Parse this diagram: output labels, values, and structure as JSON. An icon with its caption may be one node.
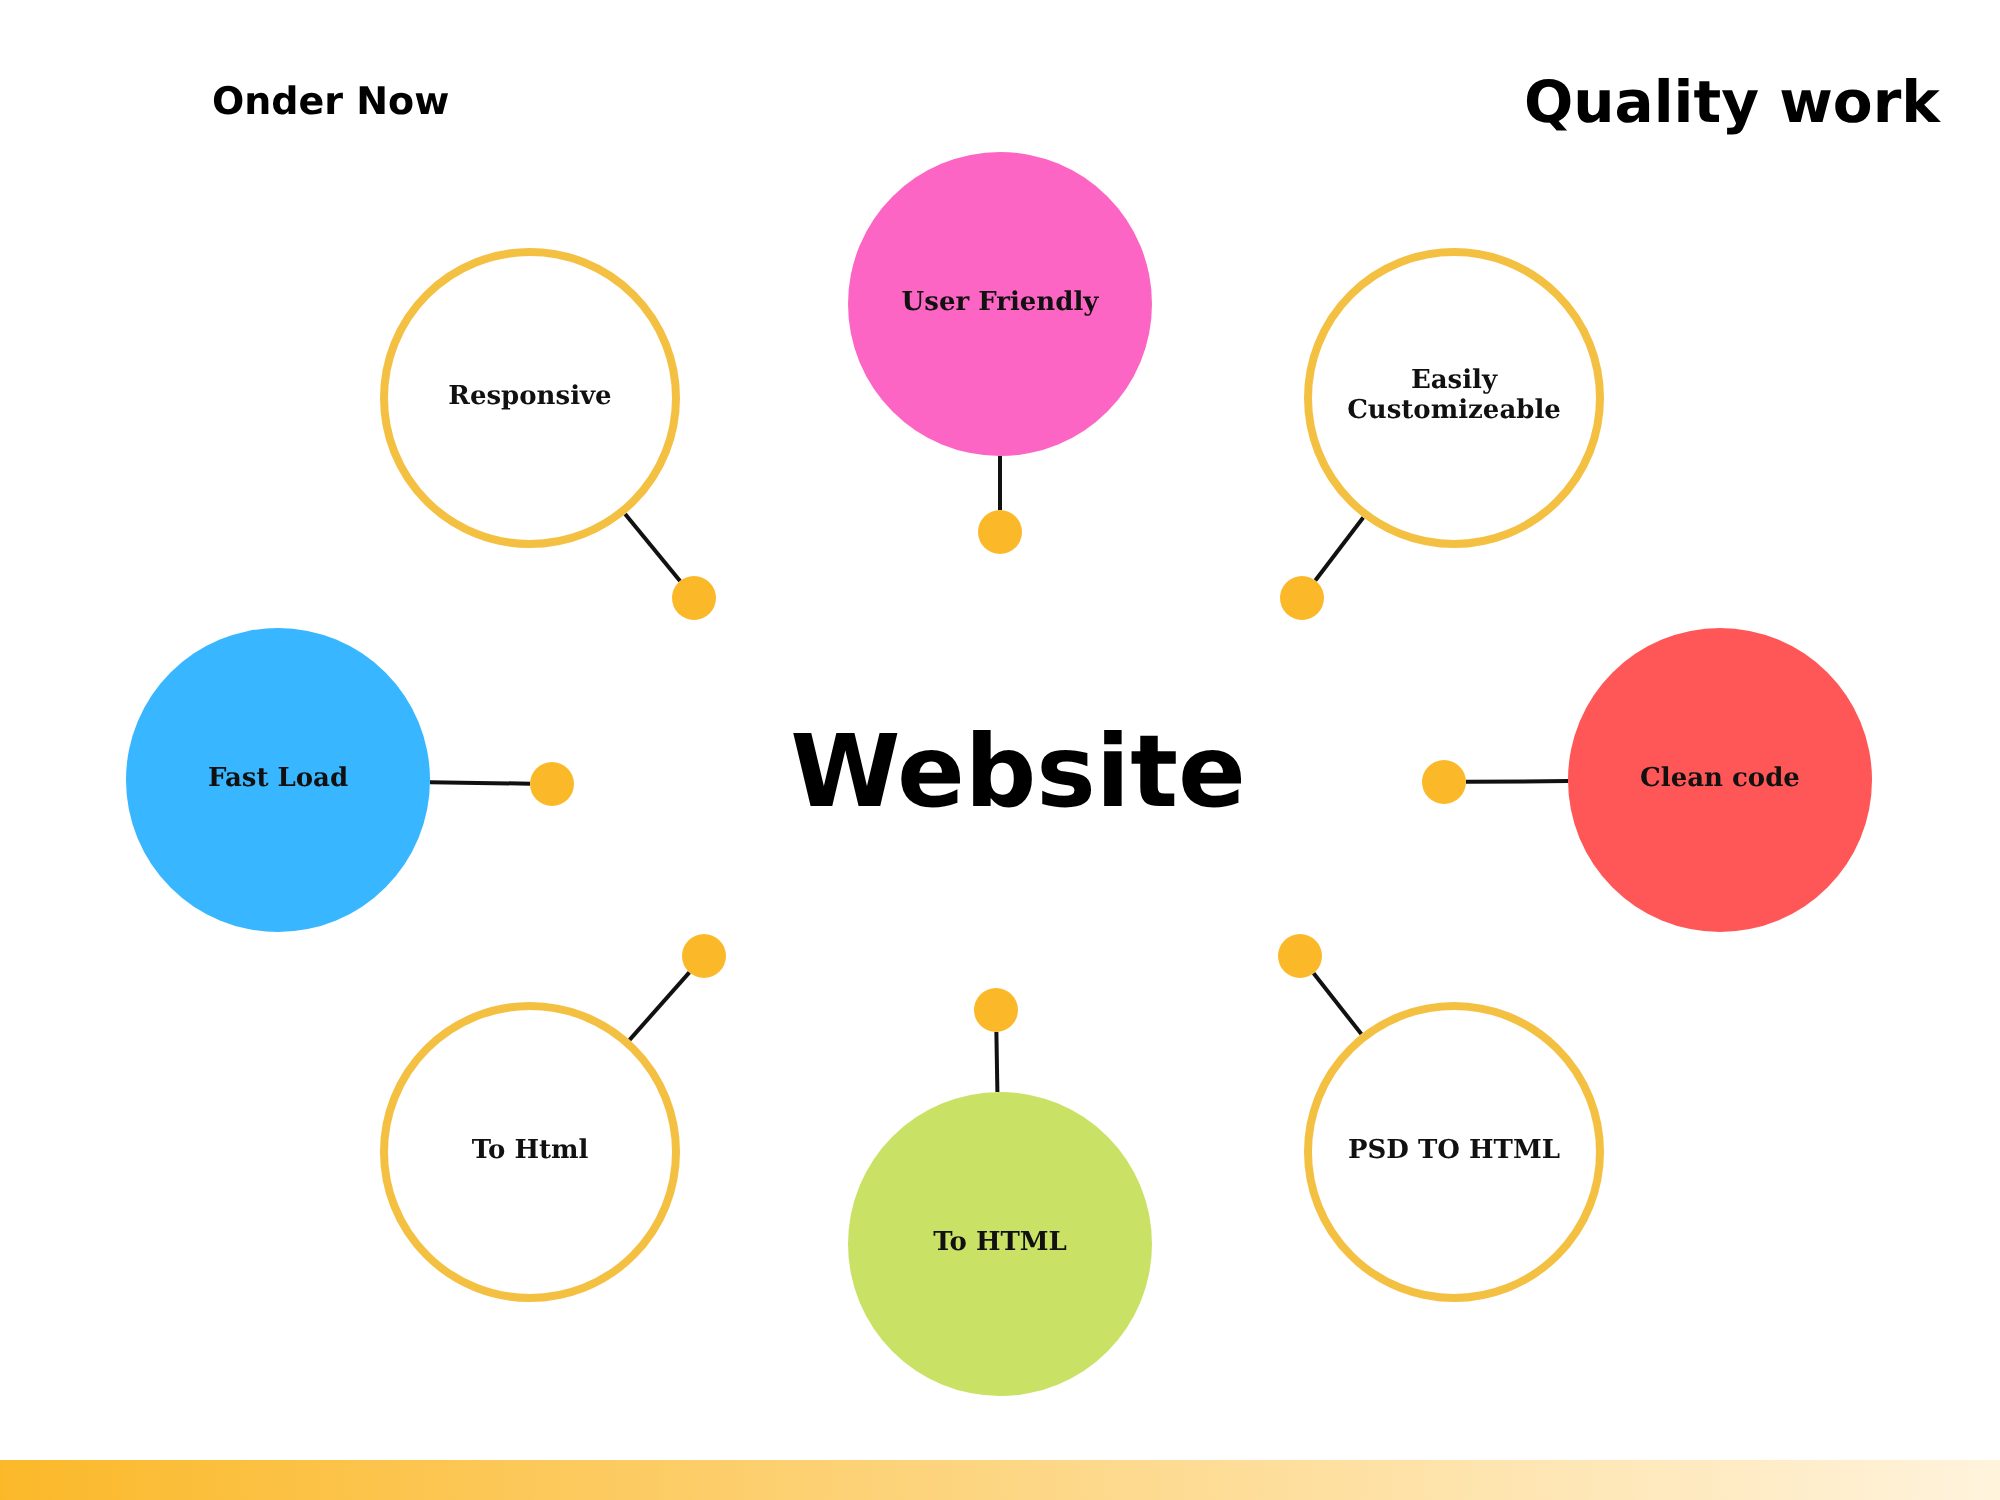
{
  "diagram": {
    "title": "Website",
    "nodes": [
      {
        "text": [
          "Responsive"
        ]
      },
      {
        "text": [
          "User Friendly"
        ]
      },
      {
        "text": [
          "Easily Customizeable"
        ]
      },
      {
        "text": [
          "Fast Load"
        ]
      },
      {
        "text": [
          "Clean code"
        ]
      },
      {
        "text": [
          "To Html"
        ]
      },
      {
        "text": [
          "To HTML"
        ]
      },
      {
        "text": [
          "PSD TO HTML"
        ]
      },
      {
        "text": [],
        "shape": "circle"
      },
      {
        "text": [],
        "shape": "circle"
      },
      {
        "text": [],
        "shape": "circle"
      },
      {
        "text": [],
        "shape": "circle"
      },
      {
        "text": [],
        "shape": "circle"
      },
      {
        "text": [],
        "shape": "circle"
      },
      {
        "text": [],
        "shape": "circle"
      },
      {
        "text": [],
        "shape": "circle"
      }
    ],
    "edges": [
      {
        "from": 0,
        "to": 8,
        "arrow": "none"
      },
      {
        "from": 1,
        "to": 9,
        "arrow": "none"
      },
      {
        "from": 2,
        "to": 10,
        "arrow": "none"
      },
      {
        "from": 3,
        "to": 11,
        "arrow": "none"
      },
      {
        "from": 4,
        "to": 12,
        "arrow": "none"
      },
      {
        "from": 5,
        "to": 13,
        "arrow": "none"
      },
      {
        "from": 6,
        "to": 14,
        "arrow": "none"
      },
      {
        "from": 7,
        "to": 15,
        "arrow": "none"
      }
    ],
    "labels": [
      "Onder Now",
      "Quality work"
    ]
  }
}
